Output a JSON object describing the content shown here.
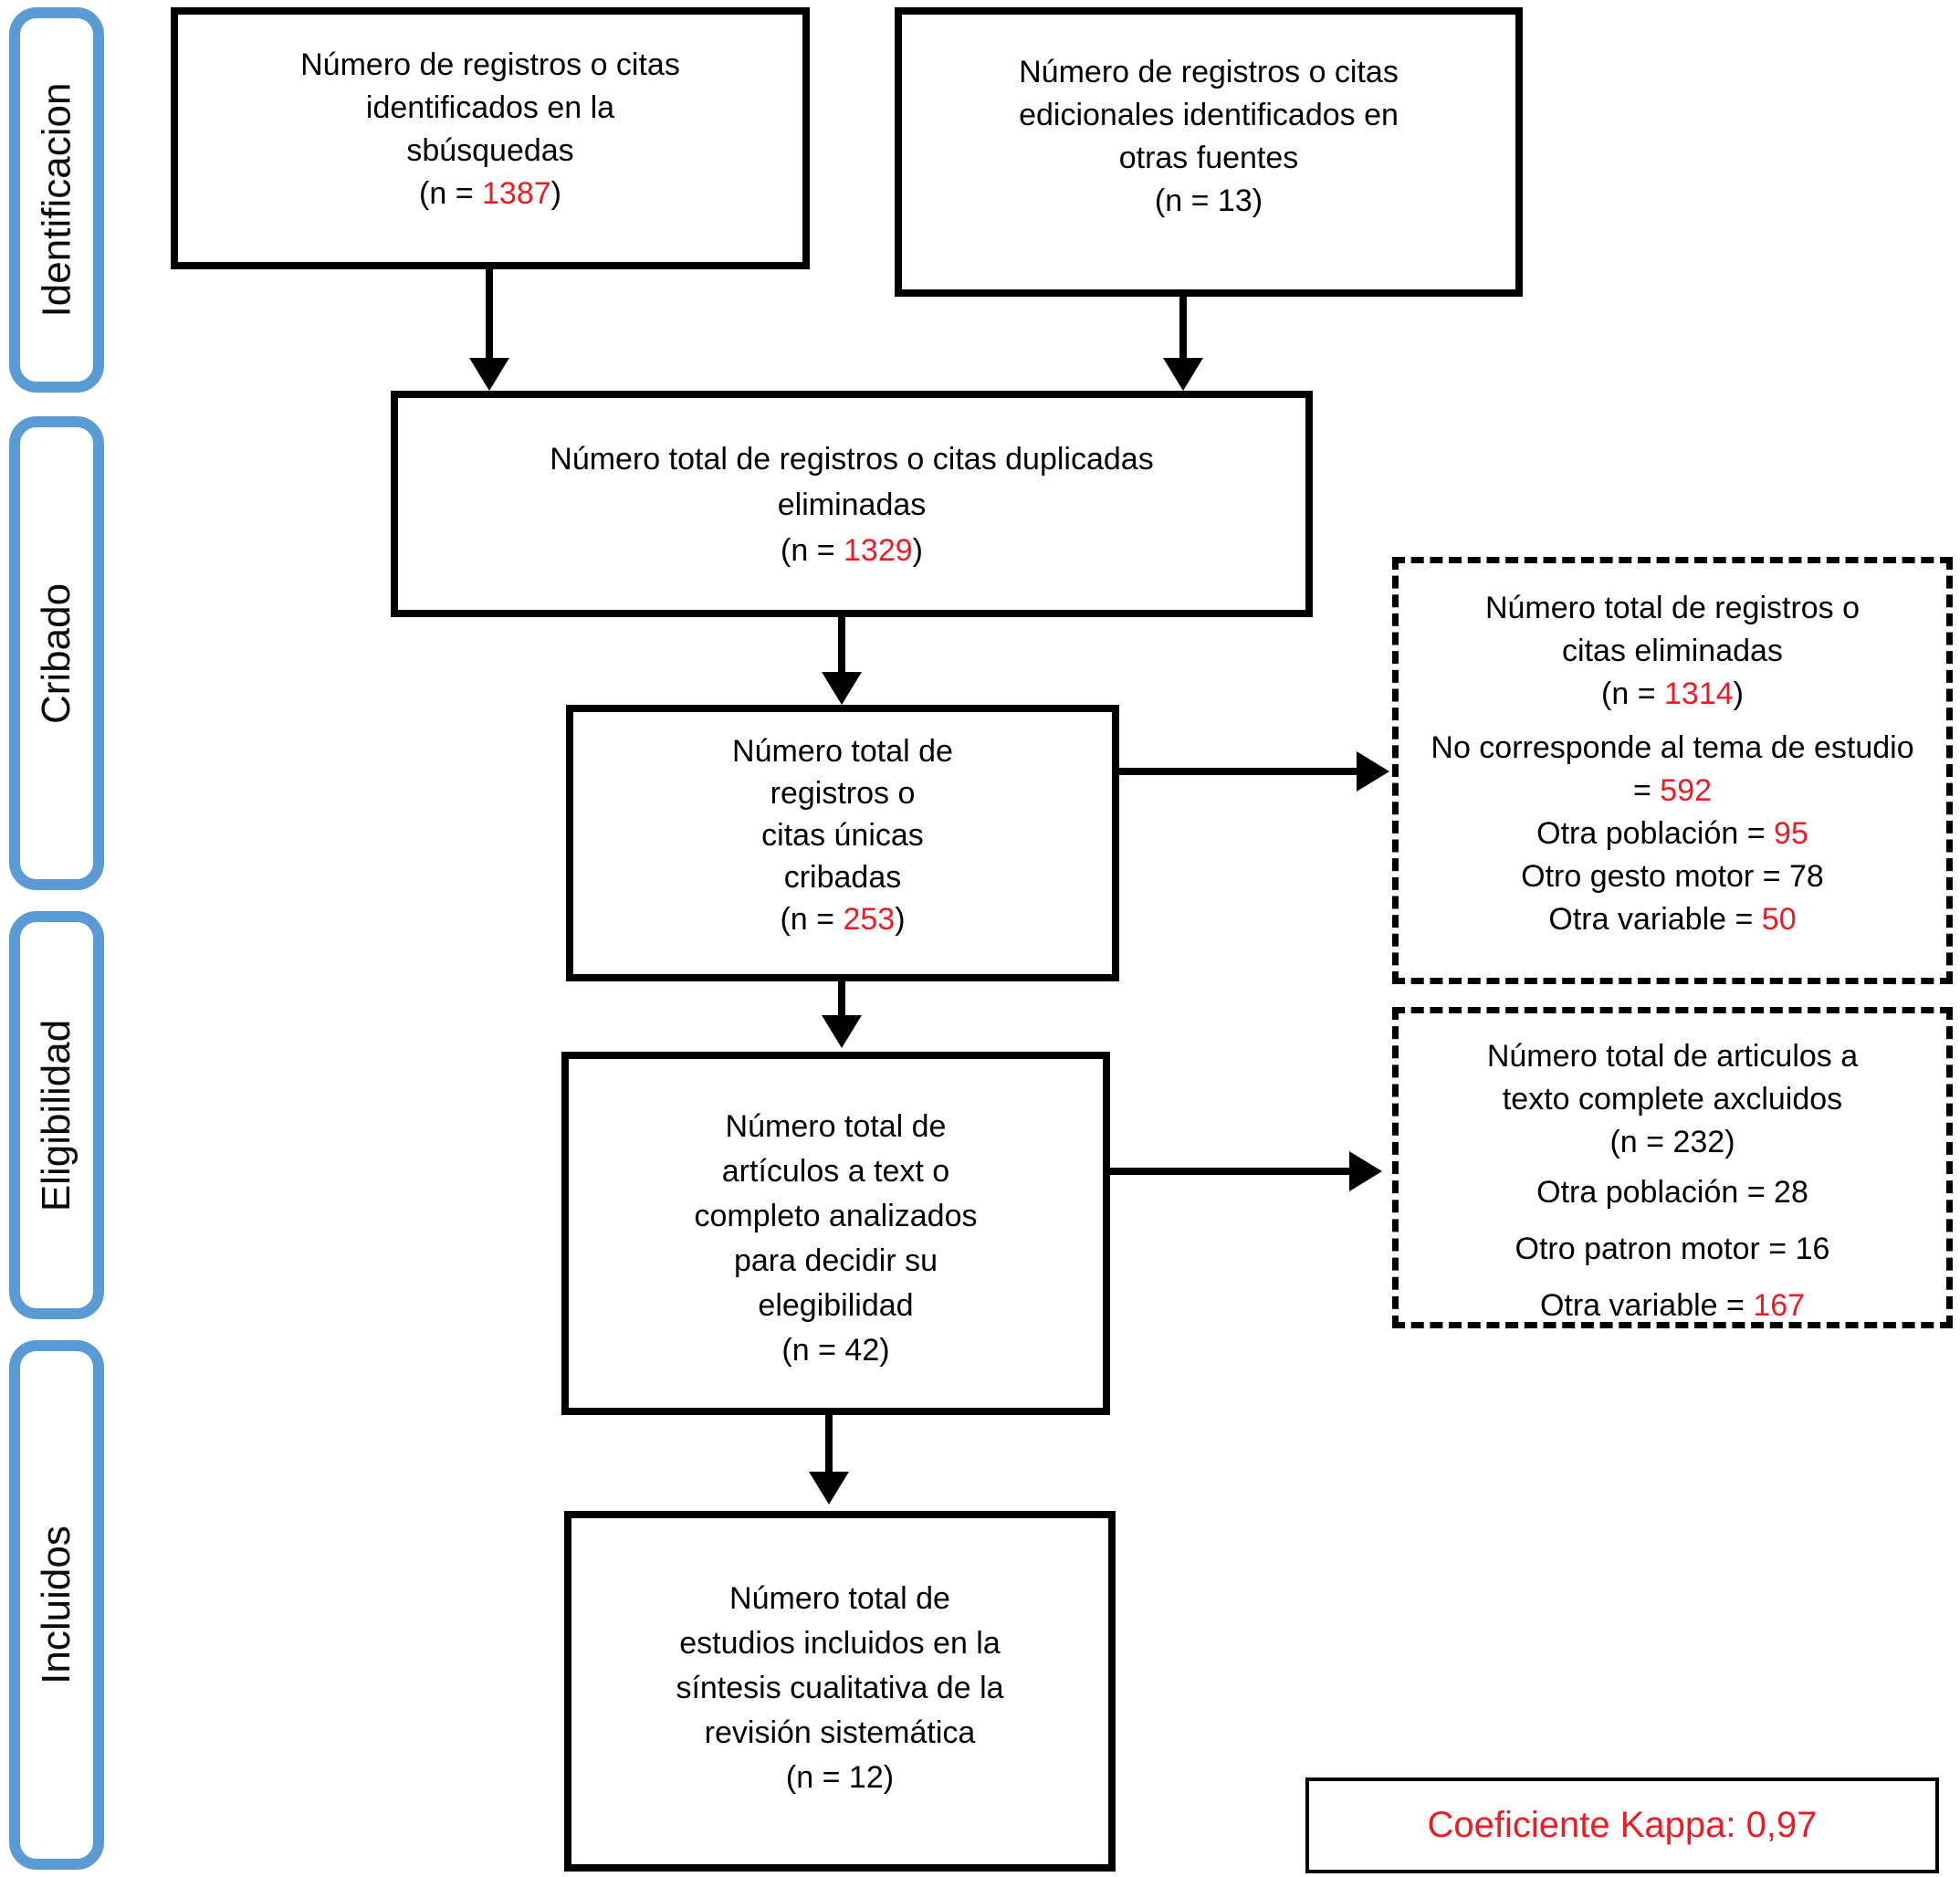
{
  "colors": {
    "accent_blue": "#5B9BD5",
    "highlight_red": "#ED1C24"
  },
  "sidebar": {
    "items": [
      {
        "label": "Identificacion"
      },
      {
        "label": "Cribado"
      },
      {
        "label": "Eligibilidad"
      },
      {
        "label": "Incluidos"
      }
    ]
  },
  "boxes": {
    "identified": {
      "lines": [
        "Número de registros o citas",
        "identificados en la",
        "sbúsquedas"
      ],
      "n_prefix": "(n = ",
      "n_value": "1387",
      "n_suffix": ")"
    },
    "additional": {
      "lines": [
        "Número de registros o citas",
        "edicionales identificados en",
        "otras fuentes"
      ],
      "n_prefix": "(n = ",
      "n_value": "13",
      "n_suffix": ")"
    },
    "duplicates": {
      "lines": [
        "Número total de registros o citas duplicadas",
        "eliminadas"
      ],
      "n_prefix": "(n = ",
      "n_value": "1329",
      "n_suffix": ")"
    },
    "screened": {
      "lines": [
        "Número total de",
        "registros o",
        "citas únicas",
        "cribadas"
      ],
      "n_prefix": "(n = ",
      "n_value": "253",
      "n_suffix": ")"
    },
    "fulltext": {
      "lines": [
        "Número total de",
        "artículos a text o",
        "completo analizados",
        "para decidir su",
        "elegibilidad"
      ],
      "n_prefix": "(n = ",
      "n_value": "42",
      "n_suffix": ")"
    },
    "included": {
      "lines": [
        "Número total de",
        "estudios incluidos en la",
        "síntesis cualitativa de la",
        "revisión sistemática"
      ],
      "n_prefix": "(n = ",
      "n_value": "12",
      "n_suffix": ")"
    },
    "excluded_records": {
      "lines": [
        "Número total de registros o",
        "citas eliminadas"
      ],
      "n_prefix": "(n = ",
      "n_value": "1314",
      "n_suffix": ")",
      "reason1_label": "No corresponde al tema de estudio",
      "reason1_eq": "= ",
      "reason1_value": "592",
      "reason2_label": "Otra población  = ",
      "reason2_value": "95",
      "reason3_label": "Otro gesto motor = ",
      "reason3_value": "78",
      "reason4_label": "Otra variable = ",
      "reason4_value": "50"
    },
    "excluded_fulltext": {
      "lines": [
        "Número total de articulos a",
        "texto complete axcluidos"
      ],
      "n_prefix": "(n = ",
      "n_value": "232",
      "n_suffix": ")",
      "reason1_label": "Otra población = ",
      "reason1_value": "28",
      "reason2_label": "Otro patron motor = ",
      "reason2_value": "16",
      "reason3_label": "Otra variable = ",
      "reason3_value": "167"
    },
    "kappa": {
      "text": "Coeficiente Kappa: 0,97"
    }
  }
}
